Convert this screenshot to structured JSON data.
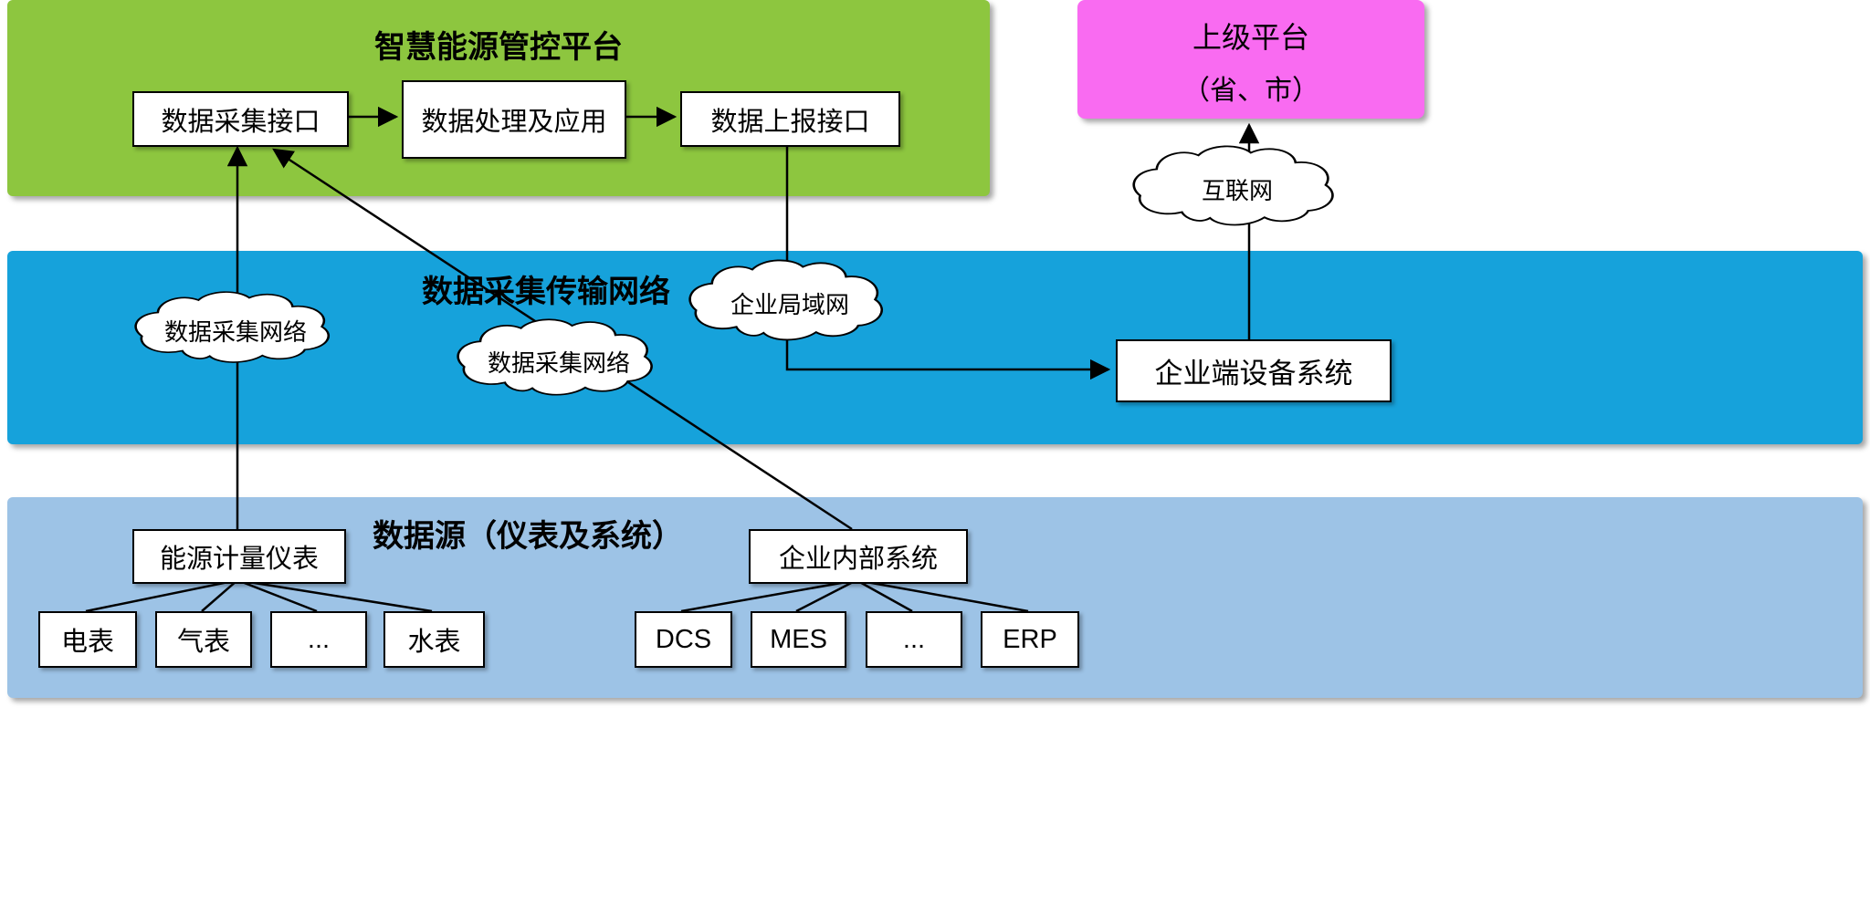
{
  "platform": {
    "title": "智慧能源管控平台",
    "collect_box": "数据采集接口",
    "process_box": "数据处理及应用",
    "report_box": "数据上报接口"
  },
  "superior_platform": {
    "line1": "上级平台",
    "line2": "（省、市）"
  },
  "network_band": {
    "title": "数据采集传输网络",
    "cloud_collect_left": "数据采集网络",
    "cloud_collect_mid": "数据采集网络",
    "cloud_lan": "企业局域网",
    "cloud_internet": "互联网",
    "enterprise_device_box": "企业端设备系统"
  },
  "source_band": {
    "title": "数据源（仪表及系统）",
    "meter_group": "能源计量仪表",
    "meters": [
      "电表",
      "气表",
      "...",
      "水表"
    ],
    "system_group": "企业内部系统",
    "systems": [
      "DCS",
      "MES",
      "...",
      "ERP"
    ]
  },
  "colors": {
    "platform_green": "#8DC63F",
    "network_blue": "#16A2DB",
    "source_lightblue": "#9DC3E6",
    "superior_pink": "#F96BF1",
    "connector_black": "#000000"
  }
}
